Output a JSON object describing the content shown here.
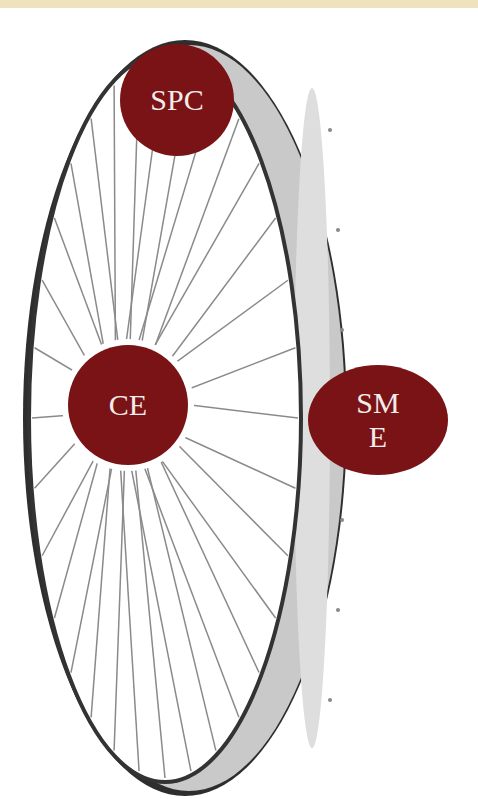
{
  "diagram": {
    "nodes": [
      {
        "text": [
          "SPC"
        ]
      },
      {
        "text": [
          "CE"
        ]
      },
      {
        "text": [
          "SM E"
        ]
      }
    ]
  }
}
